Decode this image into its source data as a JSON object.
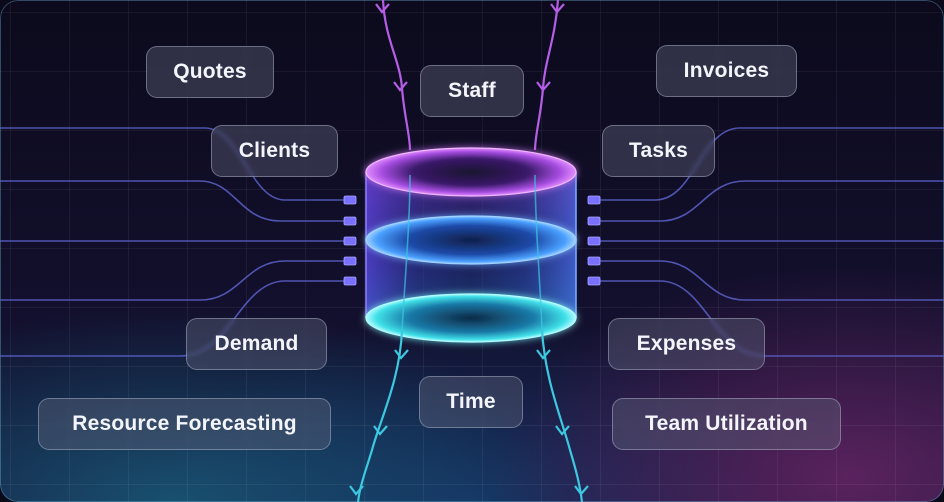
{
  "labels": {
    "quotes": "Quotes",
    "staff": "Staff",
    "invoices": "Invoices",
    "clients": "Clients",
    "tasks": "Tasks",
    "demand": "Demand",
    "time": "Time",
    "expenses": "Expenses",
    "resource_forecasting": "Resource Forecasting",
    "team_utilization": "Team Utilization"
  },
  "colors": {
    "top_ring": "#c65cf0",
    "middle_ring": "#4aa0ff",
    "bottom_ring": "#3fe0e8",
    "wire_lines": "#5b61c9",
    "connector": "#7a70ff",
    "incoming_arrows": "#b45ee6",
    "outgoing_arrows": "#3cc8e0"
  }
}
